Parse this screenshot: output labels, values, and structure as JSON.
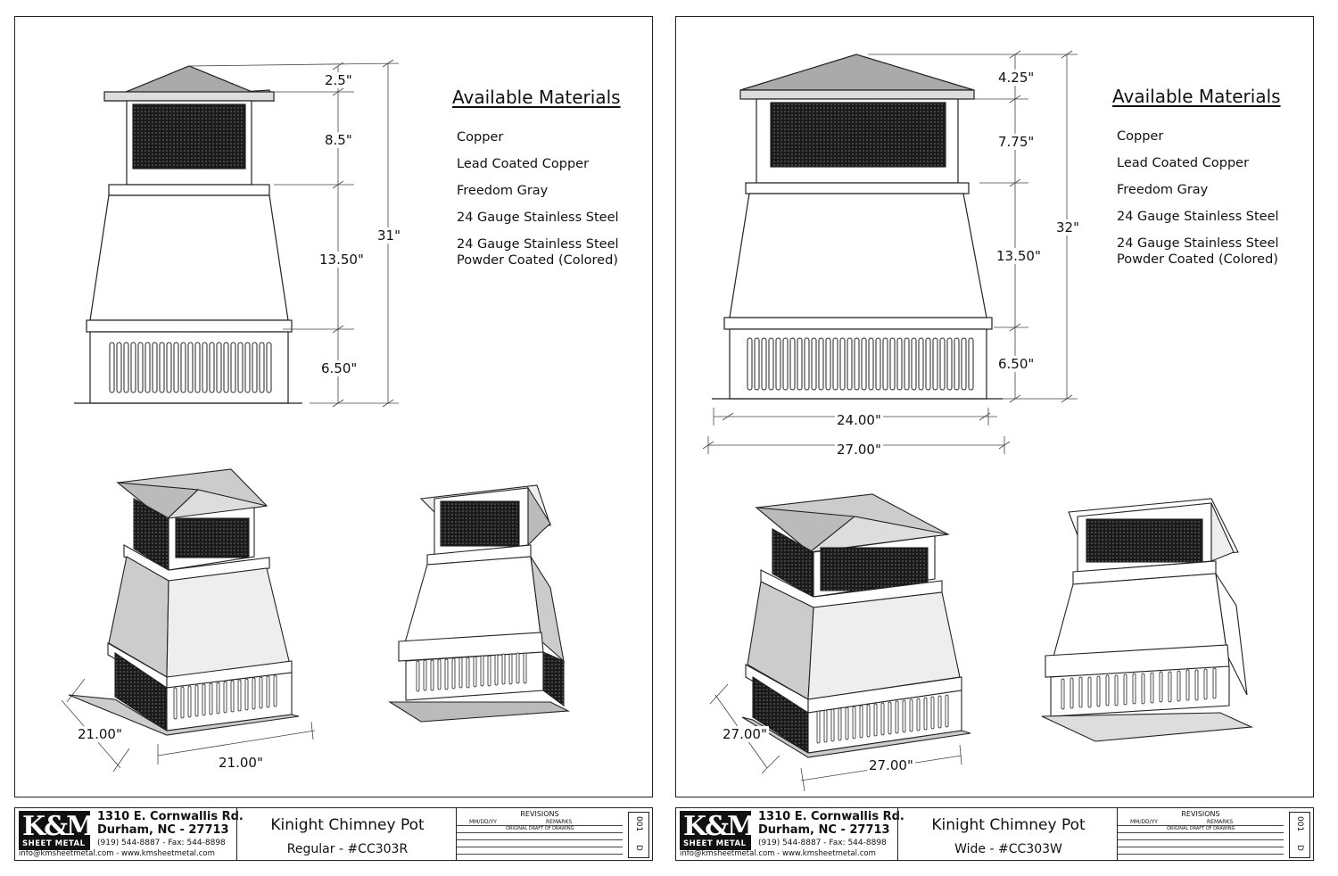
{
  "left": {
    "materials_title": "Available Materials",
    "materials": [
      "Copper",
      "Lead Coated Copper",
      "Freedom Gray",
      "24 Gauge Stainless Steel",
      "24 Gauge Stainless Steel\nPowder Coated (Colored)"
    ],
    "dims": {
      "cap": "2.5\"",
      "vent": "8.5\"",
      "body": "13.50\"",
      "base": "6.50\"",
      "total": "31\"",
      "iso_depth": "21.00\"",
      "iso_width": "21.00\""
    },
    "title_block": {
      "address1": "1310 E. Cornwallis Rd.",
      "address2": "Durham, NC - 27713",
      "phone": "(919) 544-8887 - Fax: 544-8898",
      "email": "info@kmsheetmetal.com - www.kmsheetmetal.com",
      "product": "Kinight Chimney Pot",
      "model": "Regular - #CC303R",
      "revisions": "REVISIONS",
      "col_date": "MM/DD/YY",
      "col_remarks": "REMARKS",
      "remark1": "ORIGINAL DRAFT OF DRAWING",
      "sheet_letter": "D",
      "sheet_num": "001"
    }
  },
  "right": {
    "materials_title": "Available Materials",
    "materials": [
      "Copper",
      "Lead Coated Copper",
      "Freedom Gray",
      "24 Gauge Stainless Steel",
      "24 Gauge Stainless Steel\nPowder Coated (Colored)"
    ],
    "dims": {
      "cap": "4.25\"",
      "vent": "7.75\"",
      "body": "13.50\"",
      "base": "6.50\"",
      "total": "32\"",
      "width_inner": "24.00\"",
      "width_outer": "27.00\"",
      "iso_depth": "27.00\"",
      "iso_width": "27.00\""
    },
    "title_block": {
      "address1": "1310 E. Cornwallis Rd.",
      "address2": "Durham, NC - 27713",
      "phone": "(919) 544-8887 - Fax: 544-8898",
      "email": "info@kmsheetmetal.com - www.kmsheetmetal.com",
      "product": "Kinight Chimney Pot",
      "model": "Wide - #CC303W",
      "revisions": "REVISIONS",
      "col_date": "MM/DD/YY",
      "col_remarks": "REMARKS",
      "remark1": "ORIGINAL DRAFT OF DRAWING",
      "sheet_letter": "D",
      "sheet_num": "001"
    },
    "logo_text": "K&M",
    "logo_sub": "SHEET METAL"
  },
  "logo": {
    "mark": "K&M",
    "sub": "SHEET METAL"
  }
}
